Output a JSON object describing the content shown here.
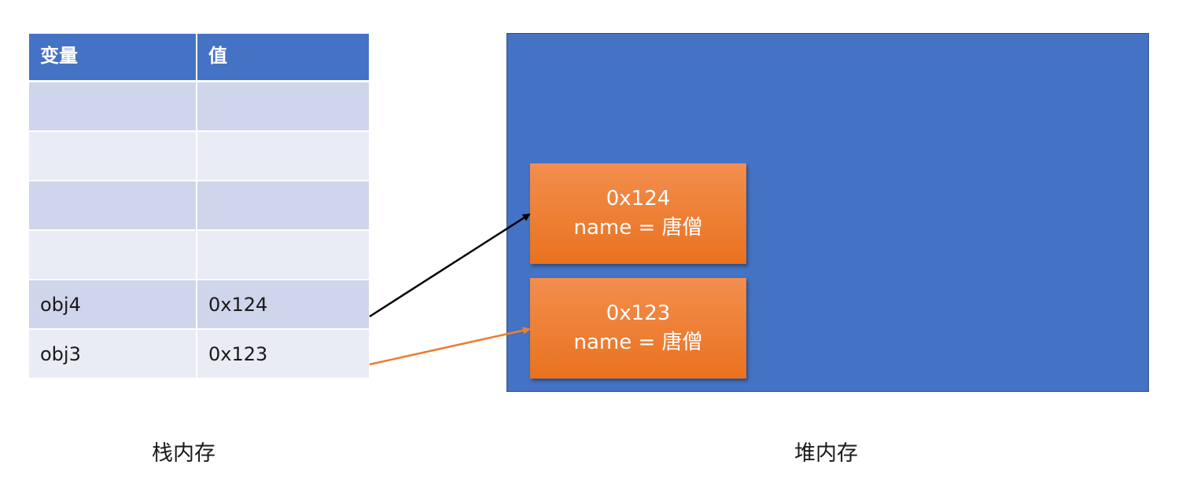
{
  "stack": {
    "headers": [
      "变量",
      "值"
    ],
    "rows": [
      {
        "var": "",
        "val": ""
      },
      {
        "var": "",
        "val": ""
      },
      {
        "var": "",
        "val": ""
      },
      {
        "var": "",
        "val": ""
      },
      {
        "var": "obj4",
        "val": "0x124"
      },
      {
        "var": "obj3",
        "val": "0x123"
      }
    ],
    "caption": "栈内存"
  },
  "heap": {
    "caption": "堆内存",
    "objects": [
      {
        "address": "0x124",
        "content": "name = 唐僧"
      },
      {
        "address": "0x123",
        "content": "name = 唐僧"
      }
    ]
  },
  "colors": {
    "header": "#4472c4",
    "row_odd": "#cfd5ea",
    "row_even": "#e9ebf5",
    "heap": "#4472c4",
    "object": "#ed7d31",
    "arrow_obj4": "#000000",
    "arrow_obj3": "#ed7d31"
  }
}
